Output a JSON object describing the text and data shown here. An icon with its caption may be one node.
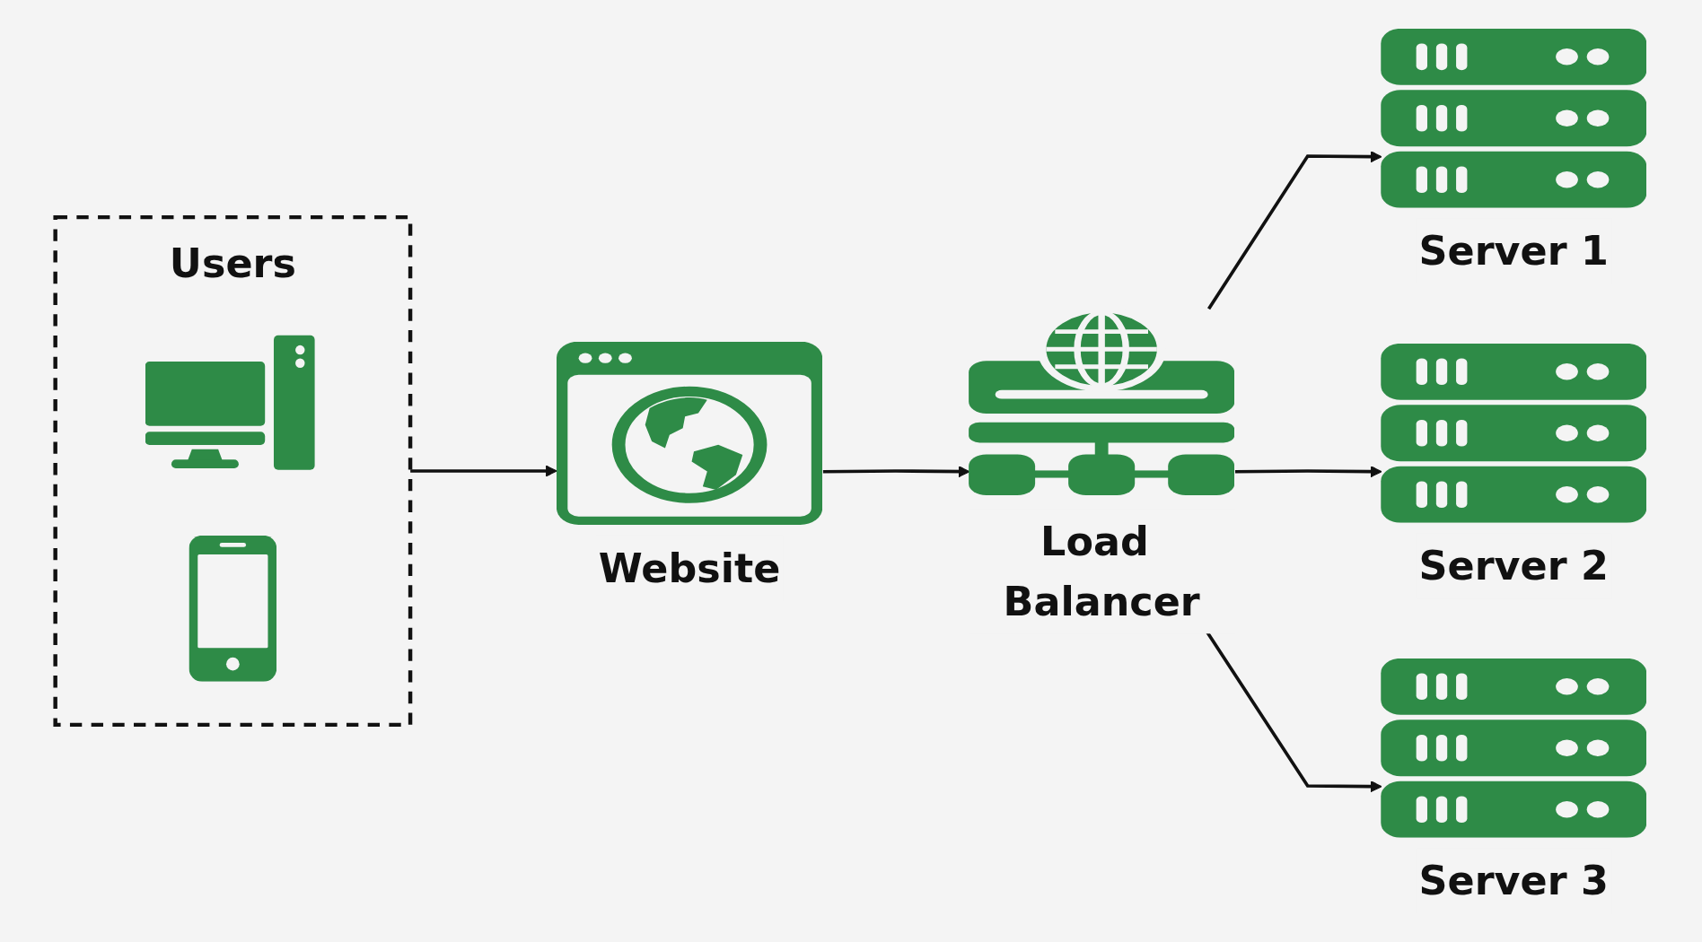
{
  "diagram": {
    "nodes": [
      {
        "text": [
          "Users"
        ]
      },
      {
        "text": [],
        "shape": "picture",
        "in": 0
      },
      {
        "text": [],
        "shape": "picture",
        "in": 0
      },
      {
        "text": [
          "Website"
        ]
      },
      {
        "text": [
          "Load Balancer"
        ]
      },
      {
        "text": [
          "Server 1"
        ]
      },
      {
        "text": [
          "Server 2"
        ]
      },
      {
        "text": [
          "Server 3"
        ]
      }
    ],
    "edges": [
      {
        "from": 0,
        "to": 3,
        "arrow": "to"
      },
      {
        "from": 3,
        "to": 4,
        "arrow": "to"
      },
      {
        "from": 4,
        "to": 5,
        "arrow": "to"
      },
      {
        "from": 4,
        "to": 6,
        "arrow": "to"
      },
      {
        "from": 4,
        "to": 7,
        "arrow": "to"
      }
    ]
  }
}
